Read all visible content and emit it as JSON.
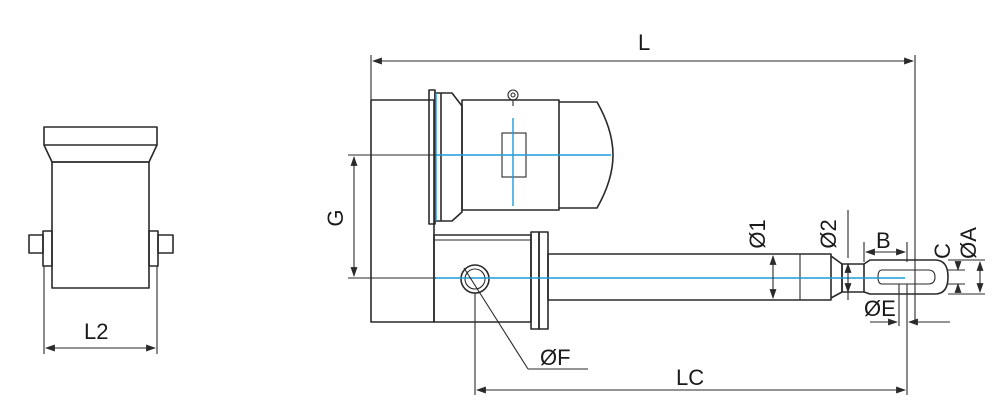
{
  "labels": {
    "L": "L",
    "L2": "L2",
    "G": "G",
    "D1": "Ø1",
    "D2": "Ø2",
    "B": "B",
    "C": "C",
    "DA": "ØA",
    "DE": "ØE",
    "DF": "ØF",
    "LC": "LC"
  },
  "colors": {
    "outline": "#2a2a2a",
    "centerline": "#1f9bd8",
    "background": "#ffffff"
  }
}
